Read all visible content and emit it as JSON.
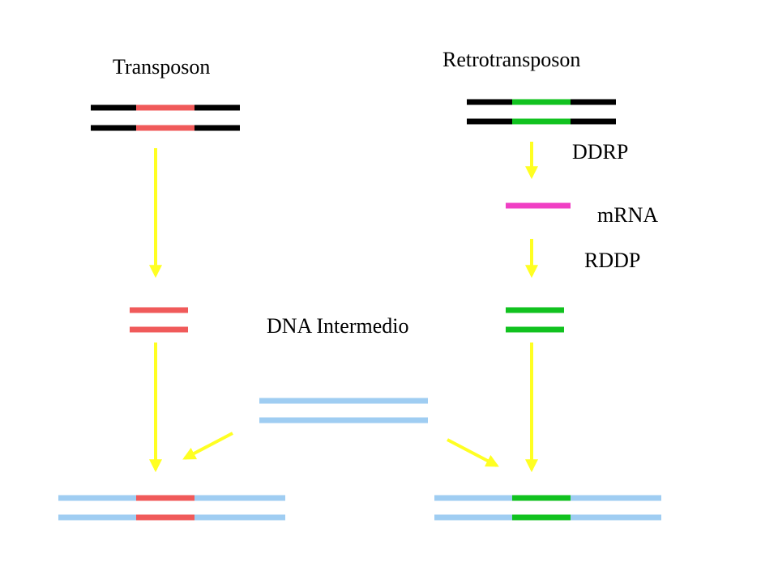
{
  "labels": {
    "transposon": "Transposon",
    "retrotransposon": "Retrotransposon",
    "ddrp": "DDRP",
    "mrna": "mRNA",
    "rddp": "RDDP",
    "dna_intermediate": "DNA Intermedio"
  },
  "colors": {
    "background": "#ffffff",
    "flanking_dna": "#000000",
    "transposon_segment": "#f05a5a",
    "retrotransposon_segment": "#11c21f",
    "mrna": "#f03fc4",
    "target_dna": "#9fcdf2",
    "arrow": "#ffff22",
    "text": "#000000"
  }
}
